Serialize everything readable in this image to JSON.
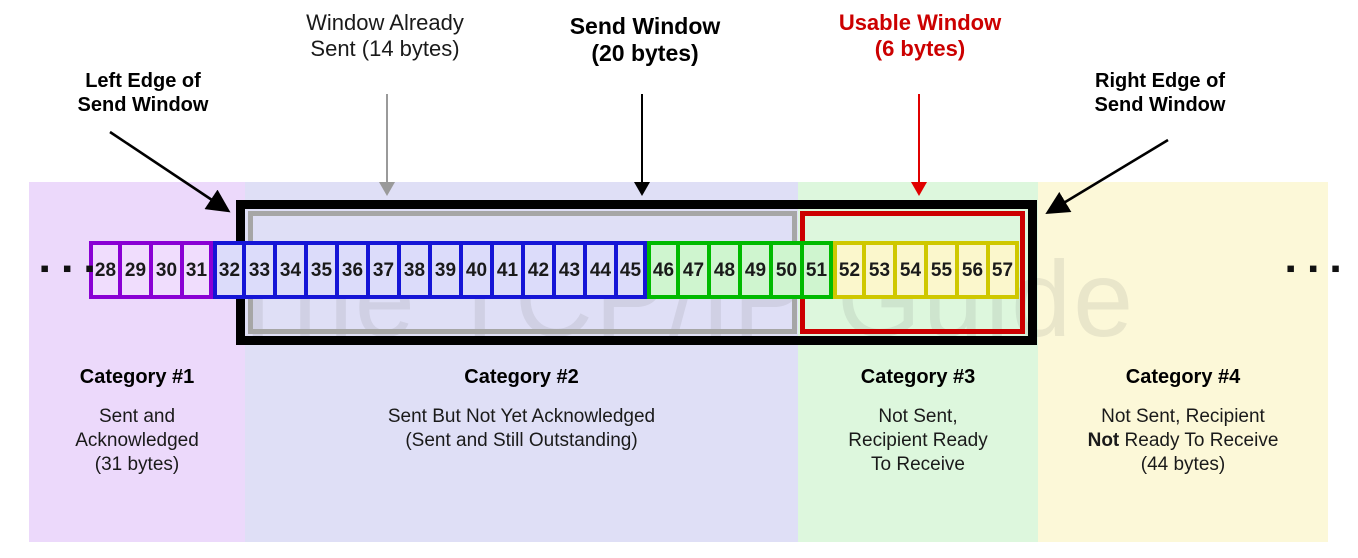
{
  "watermark": "The TCP/IP Guide",
  "top_labels": {
    "left_edge": [
      "Left Edge of",
      "Send Window"
    ],
    "already_sent": [
      "Window Already",
      "Sent (14 bytes)"
    ],
    "send_window": [
      "Send Window",
      "(20 bytes)"
    ],
    "usable_window": [
      "Usable Window",
      "(6 bytes)"
    ],
    "right_edge": [
      "Right Edge of",
      "Send Window"
    ]
  },
  "colors": {
    "category1_band": "#ecd9fb",
    "category2_band": "#dfdff6",
    "category3_band": "#ddf7dd",
    "category4_band": "#fcf8d8",
    "category1_border": "#8a00d4",
    "category2_border": "#1515d6",
    "category3_border": "#00ba00",
    "category4_border": "#cfc800",
    "send_window_box": "#000000",
    "already_sent_box": "#a6a6a6",
    "usable_window_box": "#cc0000",
    "usable_label_text": "#cc0000"
  },
  "ellipsis": {
    "left": "▪ ▪ ▪",
    "right": "▪ ▪ ▪"
  },
  "bytes": [
    {
      "n": "28",
      "cat": 1
    },
    {
      "n": "29",
      "cat": 1
    },
    {
      "n": "30",
      "cat": 1
    },
    {
      "n": "31",
      "cat": 1
    },
    {
      "n": "32",
      "cat": 2
    },
    {
      "n": "33",
      "cat": 2
    },
    {
      "n": "34",
      "cat": 2
    },
    {
      "n": "35",
      "cat": 2
    },
    {
      "n": "36",
      "cat": 2
    },
    {
      "n": "37",
      "cat": 2
    },
    {
      "n": "38",
      "cat": 2
    },
    {
      "n": "39",
      "cat": 2
    },
    {
      "n": "40",
      "cat": 2
    },
    {
      "n": "41",
      "cat": 2
    },
    {
      "n": "42",
      "cat": 2
    },
    {
      "n": "43",
      "cat": 2
    },
    {
      "n": "44",
      "cat": 2
    },
    {
      "n": "45",
      "cat": 2
    },
    {
      "n": "46",
      "cat": 3
    },
    {
      "n": "47",
      "cat": 3
    },
    {
      "n": "48",
      "cat": 3
    },
    {
      "n": "49",
      "cat": 3
    },
    {
      "n": "50",
      "cat": 3
    },
    {
      "n": "51",
      "cat": 3
    },
    {
      "n": "52",
      "cat": 4
    },
    {
      "n": "53",
      "cat": 4
    },
    {
      "n": "54",
      "cat": 4
    },
    {
      "n": "55",
      "cat": 4
    },
    {
      "n": "56",
      "cat": 4
    },
    {
      "n": "57",
      "cat": 4
    }
  ],
  "categories": [
    {
      "title": "Category #1",
      "lines": [
        "Sent and",
        "Acknowledged",
        "(31 bytes)"
      ],
      "bold_prefix": ""
    },
    {
      "title": "Category #2",
      "lines": [
        "Sent But Not Yet Acknowledged",
        "(Sent and Still Outstanding)"
      ],
      "bold_prefix": ""
    },
    {
      "title": "Category #3",
      "lines": [
        "Not Sent,",
        "Recipient Ready",
        "To Receive"
      ],
      "bold_prefix": ""
    },
    {
      "title": "Category #4",
      "lines": [
        "Not Sent, Recipient",
        "Not Ready To Receive",
        "(44 bytes)"
      ],
      "bold_prefix": "Not"
    }
  ]
}
